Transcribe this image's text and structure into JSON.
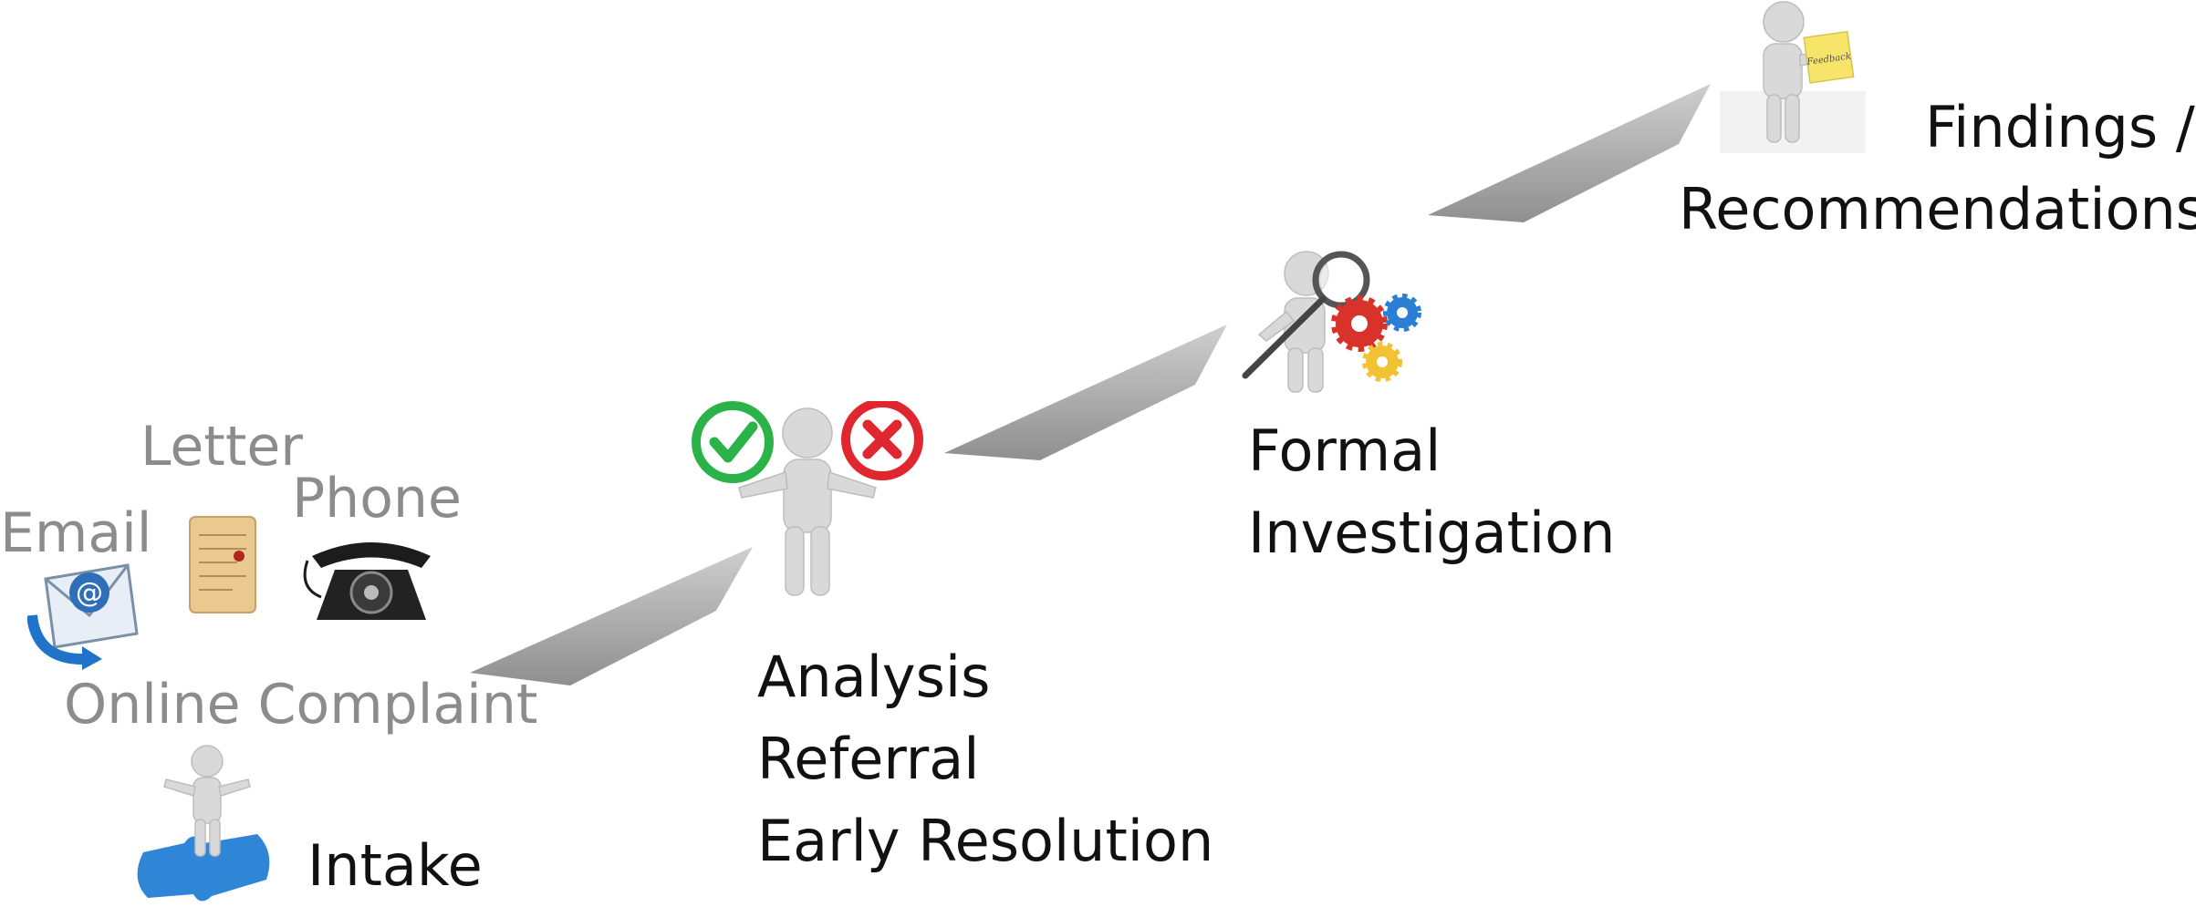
{
  "channels": {
    "letter": "Letter",
    "phone": "Phone",
    "email": "Email",
    "online": "Online Complaint"
  },
  "stages": {
    "intake": "Intake",
    "analysis": [
      "Analysis",
      "Referral",
      "Early Resolution"
    ],
    "formal": [
      "Formal",
      "Investigation"
    ],
    "findings": [
      "Findings /",
      "Recommendations"
    ]
  },
  "sticky_note_text": "Feedback",
  "colors": {
    "figure": "#d9d9d9",
    "step": "#b8b8b8",
    "check": "#2bb34a",
    "cross": "#e0262e",
    "puzzle": "#2f86d6",
    "gear_red": "#d8322b",
    "gear_blue": "#2a7fd4",
    "gear_yellow": "#f1c232",
    "sticky_note": "#f7e46b",
    "channel_text": "#8c8c8c"
  },
  "icons": [
    "email-envelope-icon",
    "letter-scroll-icon",
    "rotary-phone-icon",
    "person-on-puzzle-icon",
    "person-check-cross-icon",
    "person-magnifier-icon",
    "gears-icon",
    "person-feedback-note-icon"
  ]
}
